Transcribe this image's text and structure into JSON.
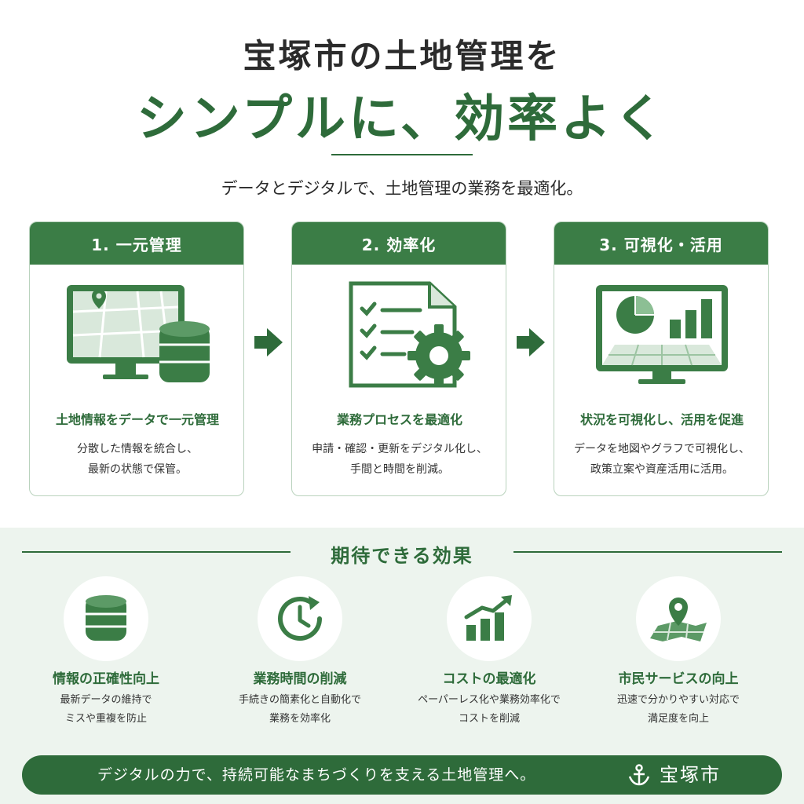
{
  "header": {
    "title_line1": "宝塚市の土地管理を",
    "title_line2": "シンプルに、効率よく",
    "subtitle": "データとデジタルで、土地管理の業務を最適化。"
  },
  "cards": [
    {
      "label": "1. 一元管理",
      "icon": "monitor-map-database-icon",
      "title": "土地情報をデータで一元管理",
      "desc_line1": "分散した情報を統合し、",
      "desc_line2": "最新の状態で保管。"
    },
    {
      "label": "2. 効率化",
      "icon": "checklist-gear-icon",
      "title": "業務プロセスを最適化",
      "desc_line1": "申請・確認・更新をデジタル化し、",
      "desc_line2": "手間と時間を削減。"
    },
    {
      "label": "3. 可視化・活用",
      "icon": "monitor-chart-icon",
      "title": "状況を可視化し、活用を促進",
      "desc_line1": "データを地図やグラフで可視化し、",
      "desc_line2": "政策立案や資産活用に活用。"
    }
  ],
  "effects": {
    "heading": "期待できる効果",
    "items": [
      {
        "icon": "database-icon",
        "name": "情報の正確性向上",
        "desc_line1": "最新データの維持で",
        "desc_line2": "ミスや重複を防止"
      },
      {
        "icon": "clock-icon",
        "name": "業務時間の削減",
        "desc_line1": "手続きの簡素化と自動化で",
        "desc_line2": "業務を効率化"
      },
      {
        "icon": "growth-chart-icon",
        "name": "コストの最適化",
        "desc_line1": "ペーパーレス化や業務効率化で",
        "desc_line2": "コストを削減"
      },
      {
        "icon": "map-pin-icon",
        "name": "市民サービスの向上",
        "desc_line1": "迅速で分かりやすい対応で",
        "desc_line2": "満足度を向上"
      }
    ]
  },
  "footer": {
    "text": "デジタルの力で、持続可能なまちづくりを支える土地管理へ。",
    "logo_icon": "takarazuka-city-emblem-icon",
    "city": "宝塚市"
  },
  "colors": {
    "primary": "#2e6b3a",
    "header_green": "#3b7d46",
    "light_bg": "#edf4ee",
    "card_border": "#b9d2bd"
  }
}
